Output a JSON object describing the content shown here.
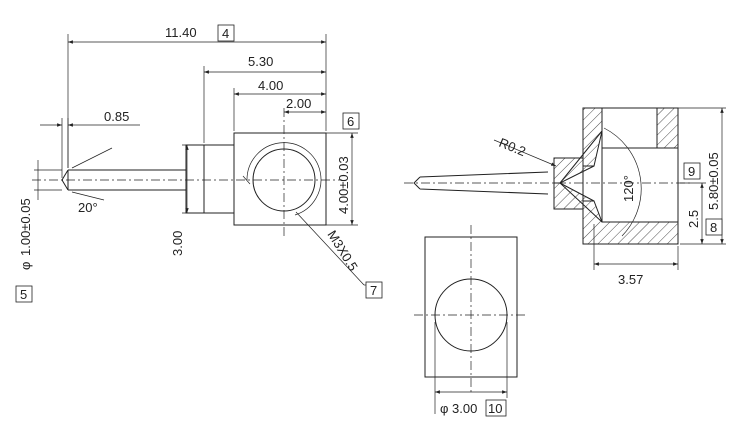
{
  "dimensions": {
    "overall_length": "11.40",
    "head_length": "5.30",
    "block_length": "4.00",
    "hole_offset": "2.00",
    "tip_length": "0.85",
    "tip_angle": "20°",
    "shank_diameter": "1.00±0.05",
    "diameter_symbol": "φ",
    "collar_height": "3.00",
    "block_height": "4.00±0.03",
    "thread": "M3X0.5",
    "fillet": "R0.2",
    "drill_angle": "120°",
    "bore_depth": "3.57",
    "step_height": "2.5",
    "total_height": "5.80±0.05",
    "bore_diameter": "3.00"
  },
  "callouts": {
    "c4": "4",
    "c5": "5",
    "c6": "6",
    "c7": "7",
    "c8": "8",
    "c9": "9",
    "c10": "10"
  }
}
